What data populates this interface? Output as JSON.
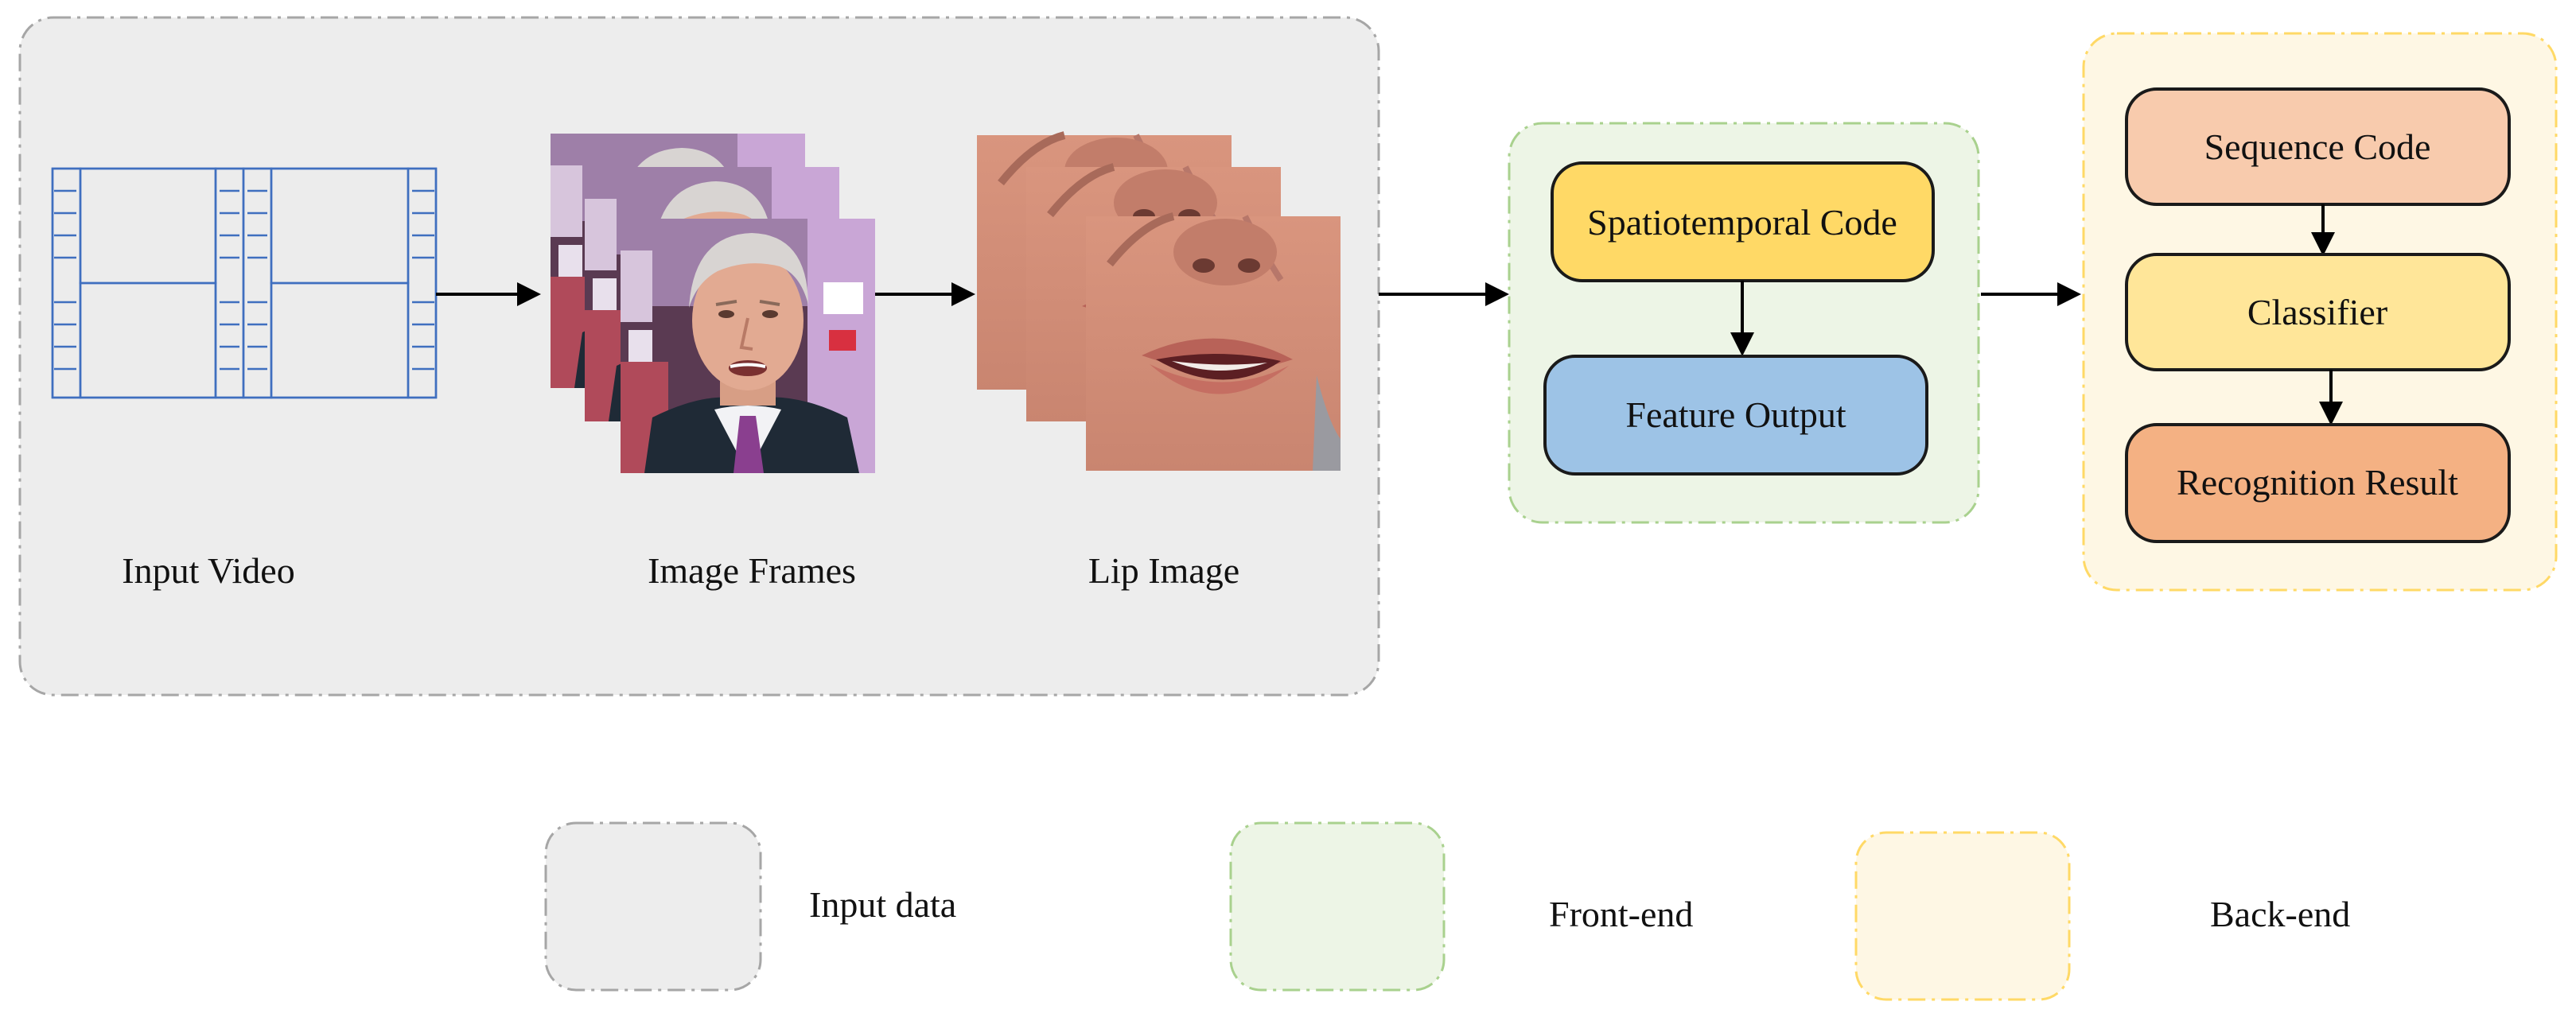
{
  "stages": {
    "input_video": "Input Video",
    "image_frames": "Image Frames",
    "lip_image": "Lip Image"
  },
  "front_end": {
    "spatiotemporal_code": "Spatiotemporal Code",
    "feature_output": "Feature Output"
  },
  "back_end": {
    "sequence_code": "Sequence Code",
    "classifier": "Classifier",
    "recognition_result": "Recognition Result"
  },
  "legend": {
    "input_data": "Input data",
    "front_end": "Front-end",
    "back_end": "Back-end"
  },
  "colors": {
    "input_region": "#ededed",
    "input_border": "#a6a6a6",
    "front_region": "#edf5e6",
    "front_border": "#a9d18e",
    "back_region": "#fef7e4",
    "back_border": "#ffd966",
    "spatiotemporal_fill": "#ffd966",
    "feature_fill": "#9dc3e6",
    "sequence_fill": "#f8cbad",
    "classifier_fill": "#ffe699",
    "recognition_fill": "#f4b183",
    "film_line": "#3f6fbf"
  },
  "icons": {
    "film": "film-strip-icon",
    "frames": "face-frames-stack",
    "lips": "lip-frames-stack"
  }
}
